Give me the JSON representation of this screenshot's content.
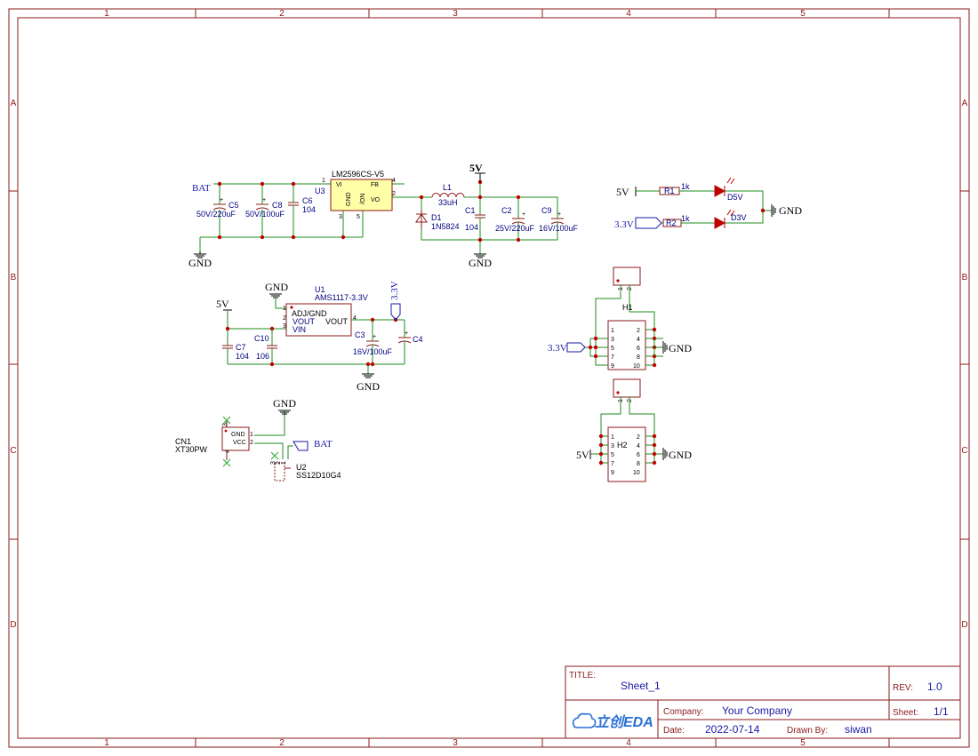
{
  "frame": {
    "columns": [
      "1",
      "2",
      "3",
      "4",
      "5"
    ],
    "rows": [
      "A",
      "B",
      "C",
      "D"
    ]
  },
  "title_block": {
    "title_label": "TITLE:",
    "title_value": "Sheet_1",
    "rev_label": "REV:",
    "rev_value": "1.0",
    "company_label": "Company:",
    "company_value": "Your Company",
    "sheet_label": "Sheet:",
    "sheet_value": "1/1",
    "date_label": "Date:",
    "date_value": "2022-07-14",
    "drawn_label": "Drawn By:",
    "drawn_value": "siwan",
    "logo_text": "立创EDA"
  },
  "nets": {
    "bat": "BAT",
    "gnd": "GND",
    "v5": "5V",
    "v33": "3.3V"
  },
  "u3": {
    "name": "LM2596CS-V5",
    "ref": "U3",
    "pin_vi": "VI",
    "pin_gnd": "GND",
    "pin_on": "/ON",
    "pin_fb": "FB",
    "pin_vo": "VO",
    "pin1": "1",
    "pin2": "2",
    "pin3": "3",
    "pin4": "4",
    "pin5": "5"
  },
  "c5": {
    "ref": "C5",
    "value": "50V/220uF"
  },
  "c8": {
    "ref": "C8",
    "value": "50V/100uF"
  },
  "c6": {
    "ref": "C6",
    "value": "104"
  },
  "l1": {
    "ref": "L1",
    "value": "33uH"
  },
  "d1": {
    "ref": "D1",
    "value": "1N5824"
  },
  "c1": {
    "ref": "C1",
    "value": "104"
  },
  "c2": {
    "ref": "C2",
    "value": "25V/220uF"
  },
  "c9": {
    "ref": "C9",
    "value": "16V/100uF"
  },
  "r1": {
    "ref": "R1",
    "value": "1k"
  },
  "r2": {
    "ref": "R2",
    "value": "1k"
  },
  "d5v": {
    "ref": "D5V"
  },
  "d3v": {
    "ref": "D3V"
  },
  "u1": {
    "ref": "U1",
    "name": "AMS1117-3.3V",
    "pin_adj": "ADJ/GND",
    "pin_vout": "VOUT",
    "pin_vout2": "VOUT",
    "pin_vin": "VIN",
    "pin1": "1",
    "pin2": "2",
    "pin3": "3",
    "pin4": "4"
  },
  "c7": {
    "ref": "C7",
    "value": "104"
  },
  "c10": {
    "ref": "C10",
    "value": "106"
  },
  "c3": {
    "ref": "C3",
    "value": "16V/100uF"
  },
  "c4": {
    "ref": "C4"
  },
  "h1": {
    "ref": "H1",
    "pins_left": [
      "1",
      "3",
      "5",
      "7",
      "9"
    ],
    "pins_right": [
      "2",
      "4",
      "6",
      "8",
      "10"
    ]
  },
  "h2": {
    "ref": "H2",
    "pins_left": [
      "1",
      "3",
      "5",
      "7",
      "9"
    ],
    "pins_right": [
      "2",
      "4",
      "6",
      "8",
      "10"
    ]
  },
  "jumper": {
    "pin1": "1",
    "pin2": "2"
  },
  "cn1": {
    "ref": "CN1",
    "value": "XT30PW",
    "pin_gnd": "GND",
    "pin_vcc": "VCC",
    "pin1": "1",
    "pin2": "2",
    "pin3": "3",
    "pin4": "4"
  },
  "u2": {
    "ref": "U2",
    "value": "SS12D10G4",
    "pin1": "1",
    "pin2": "2",
    "pin3": "3"
  }
}
